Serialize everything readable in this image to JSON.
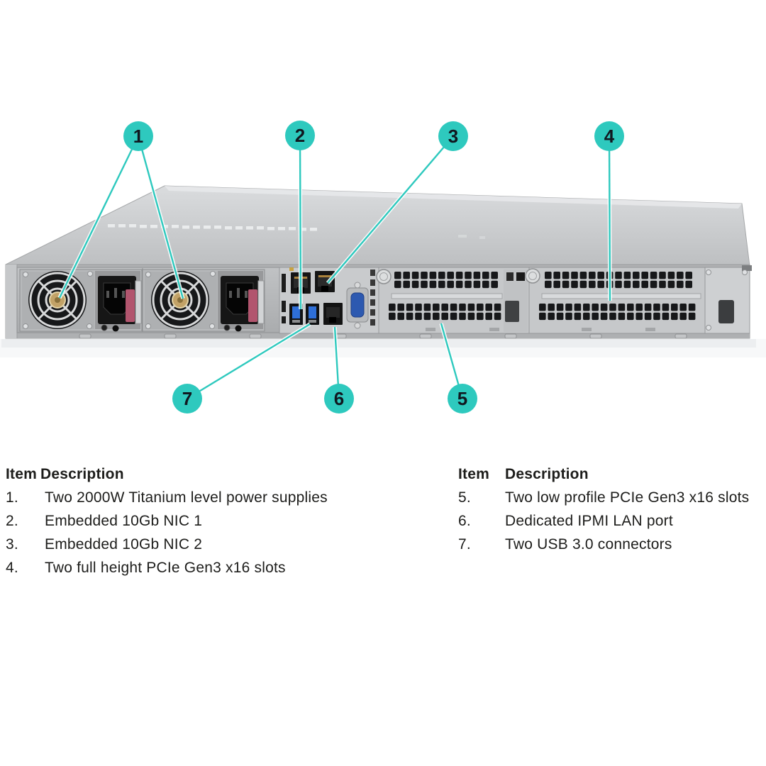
{
  "figure": {
    "accent_color": "#2ec9be",
    "callouts": [
      {
        "label": "1"
      },
      {
        "label": "2"
      },
      {
        "label": "3"
      },
      {
        "label": "4"
      },
      {
        "label": "5"
      },
      {
        "label": "6"
      },
      {
        "label": "7"
      }
    ]
  },
  "legend": {
    "left": {
      "header": {
        "item": "Item",
        "description": "Description"
      },
      "items": [
        {
          "num": "1.",
          "desc": "Two 2000W Titanium level power supplies"
        },
        {
          "num": "2.",
          "desc": "Embedded 10Gb NIC 1"
        },
        {
          "num": "3.",
          "desc": "Embedded 10Gb NIC 2"
        },
        {
          "num": "4.",
          "desc": "Two full height PCIe Gen3 x16 slots"
        }
      ]
    },
    "right": {
      "header": {
        "item": "Item",
        "description": "Description"
      },
      "items": [
        {
          "num": "5.",
          "desc": "Two low profile PCIe Gen3 x16 slots"
        },
        {
          "num": "6.",
          "desc": "Dedicated IPMI LAN port"
        },
        {
          "num": "7.",
          "desc": "Two USB 3.0 connectors"
        }
      ]
    }
  }
}
